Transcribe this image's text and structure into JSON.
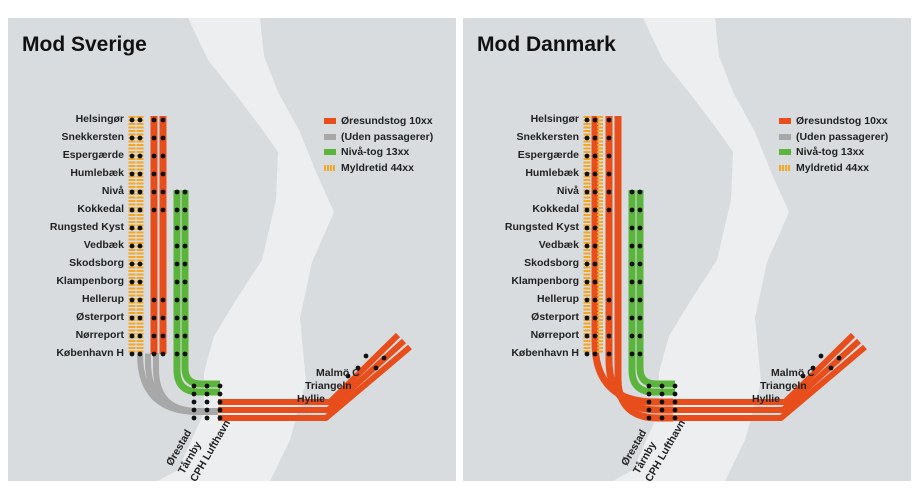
{
  "colors": {
    "oresund": "#E84E1B",
    "uden": "#A8A8A8",
    "niva": "#5BB43C",
    "myldretid": "#F5A623",
    "land": "#D9DCDF",
    "sea": "#ECEEEF"
  },
  "panels": [
    {
      "id": "sverige",
      "title": "Mod Sverige"
    },
    {
      "id": "danmark",
      "title": "Mod Danmark"
    }
  ],
  "legend": [
    {
      "label": "Øresundstog 10xx",
      "color": "#E84E1B",
      "pattern": "solid"
    },
    {
      "label": "(Uden passagerer)",
      "color": "#A8A8A8",
      "pattern": "solid"
    },
    {
      "label": "Nivå-tog 13xx",
      "color": "#5BB43C",
      "pattern": "solid"
    },
    {
      "label": "Myldretid 44xx",
      "color": "#F5A623",
      "pattern": "striped"
    }
  ],
  "stations_left": [
    "Helsingør",
    "Snekkersten",
    "Espergærde",
    "Humlebæk",
    "Nivå",
    "Kokkedal",
    "Rungsted Kyst",
    "Vedbæk",
    "Skodsborg",
    "Klampenborg",
    "Hellerup",
    "Østerport",
    "Nørreport",
    "København H"
  ],
  "stations_bottom": [
    "Ørestad",
    "Tårnby",
    "CPH Lufthavn"
  ],
  "stations_right": [
    "Malmö C",
    "Triangeln",
    "Hyllie"
  ]
}
